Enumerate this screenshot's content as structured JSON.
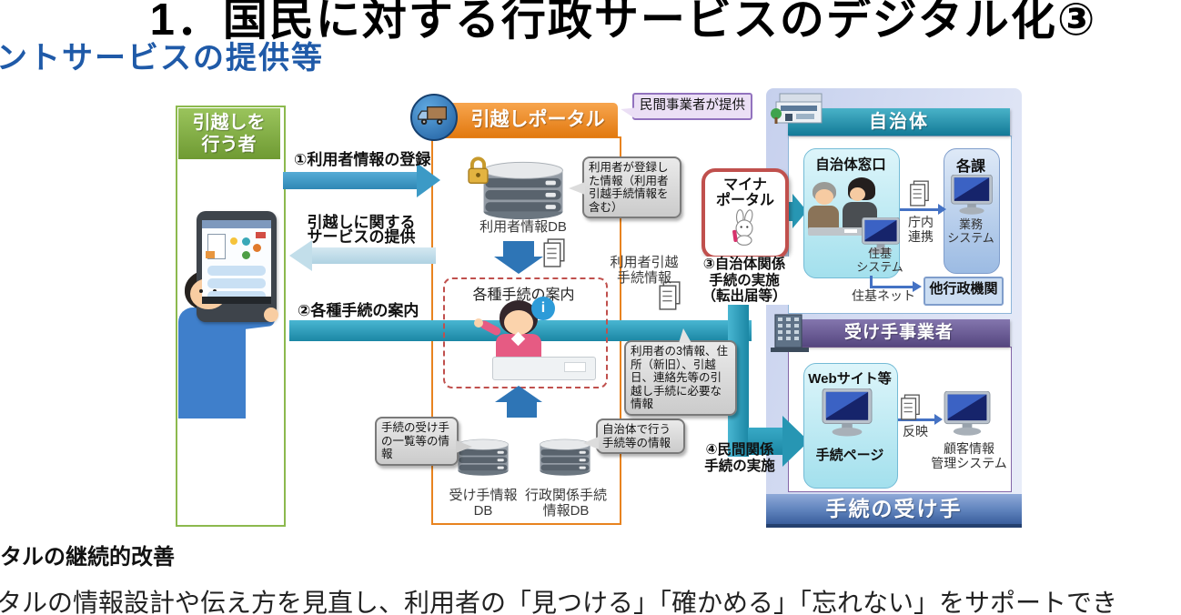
{
  "title": "1．国民に対する行政サービスのデジタル化③",
  "subtitle": "ントサービスの提供等",
  "colors": {
    "subtitle_blue": "#1F5AA8",
    "green": "#8CBC50",
    "orange": "#E8831F",
    "teal_band": "#2B9FBC",
    "blue_arrow": "#3C9AC6",
    "light_blue_arrow": "#C2DEEA",
    "dark_blue_arrow": "#2E75B6",
    "municipality_teal": "#2496AF",
    "purple_header": "#6F5F9C",
    "footer_blue": "#4A6FA8",
    "myna_red": "#C0504D",
    "callout_gray": "#D9D9D9",
    "note_purple": "#EBDFF5"
  },
  "mover": {
    "label": "引越しを\n行う者"
  },
  "portal": {
    "label": "引越しポータル",
    "provider_note": "民間事業者が提供"
  },
  "flows": {
    "f1": "①利用者情報の登録",
    "service": "引越しに関する\nサービスの提供",
    "f2": "②各種手続の案内",
    "f3": "③自治体関係\n手続の実施\n（転出届等）",
    "f4": "④民間関係\n手続の実施"
  },
  "portal_inner": {
    "user_db": "利用者情報DB",
    "user_db_callout": "利用者が登録した情報（利用者引越手続情報を含む）",
    "guide": "各種手続の案内",
    "recipient_db": "受け手情報\nDB",
    "recipient_db_callout": "手続の受け手の一覧等の情報",
    "admin_db": "行政関係手続\n情報DB",
    "admin_db_callout": "自治体で行う手続等の情報"
  },
  "myna": {
    "label": "マイナ\nポータル"
  },
  "transfer": {
    "label": "利用者引越\n手続情報",
    "callout": "利用者の3情報、住所（新旧）、引越日、連絡先等の引越し手続に必要な情報"
  },
  "municipality": {
    "header": "自治体",
    "counter_title": "自治体窓口",
    "counter_system": "住基\nシステム",
    "dept_title": "各課",
    "dept_system": "業務\nシステム",
    "internal_link": "庁内\n連携",
    "juki_net": "住基ネット",
    "other_org": "他行政機関"
  },
  "recipient": {
    "header": "受け手事業者",
    "web_title": "Webサイト等",
    "web_page": "手続ページ",
    "reflect": "反映",
    "crm": "顧客情報\n管理システム",
    "footer": "手続の受け手"
  },
  "bottom": {
    "heading": "タルの継続的改善",
    "body": "タルの情報設計や伝え方を見直し、利用者の「見つける」「確かめる」「忘れない」をサポートでき"
  }
}
